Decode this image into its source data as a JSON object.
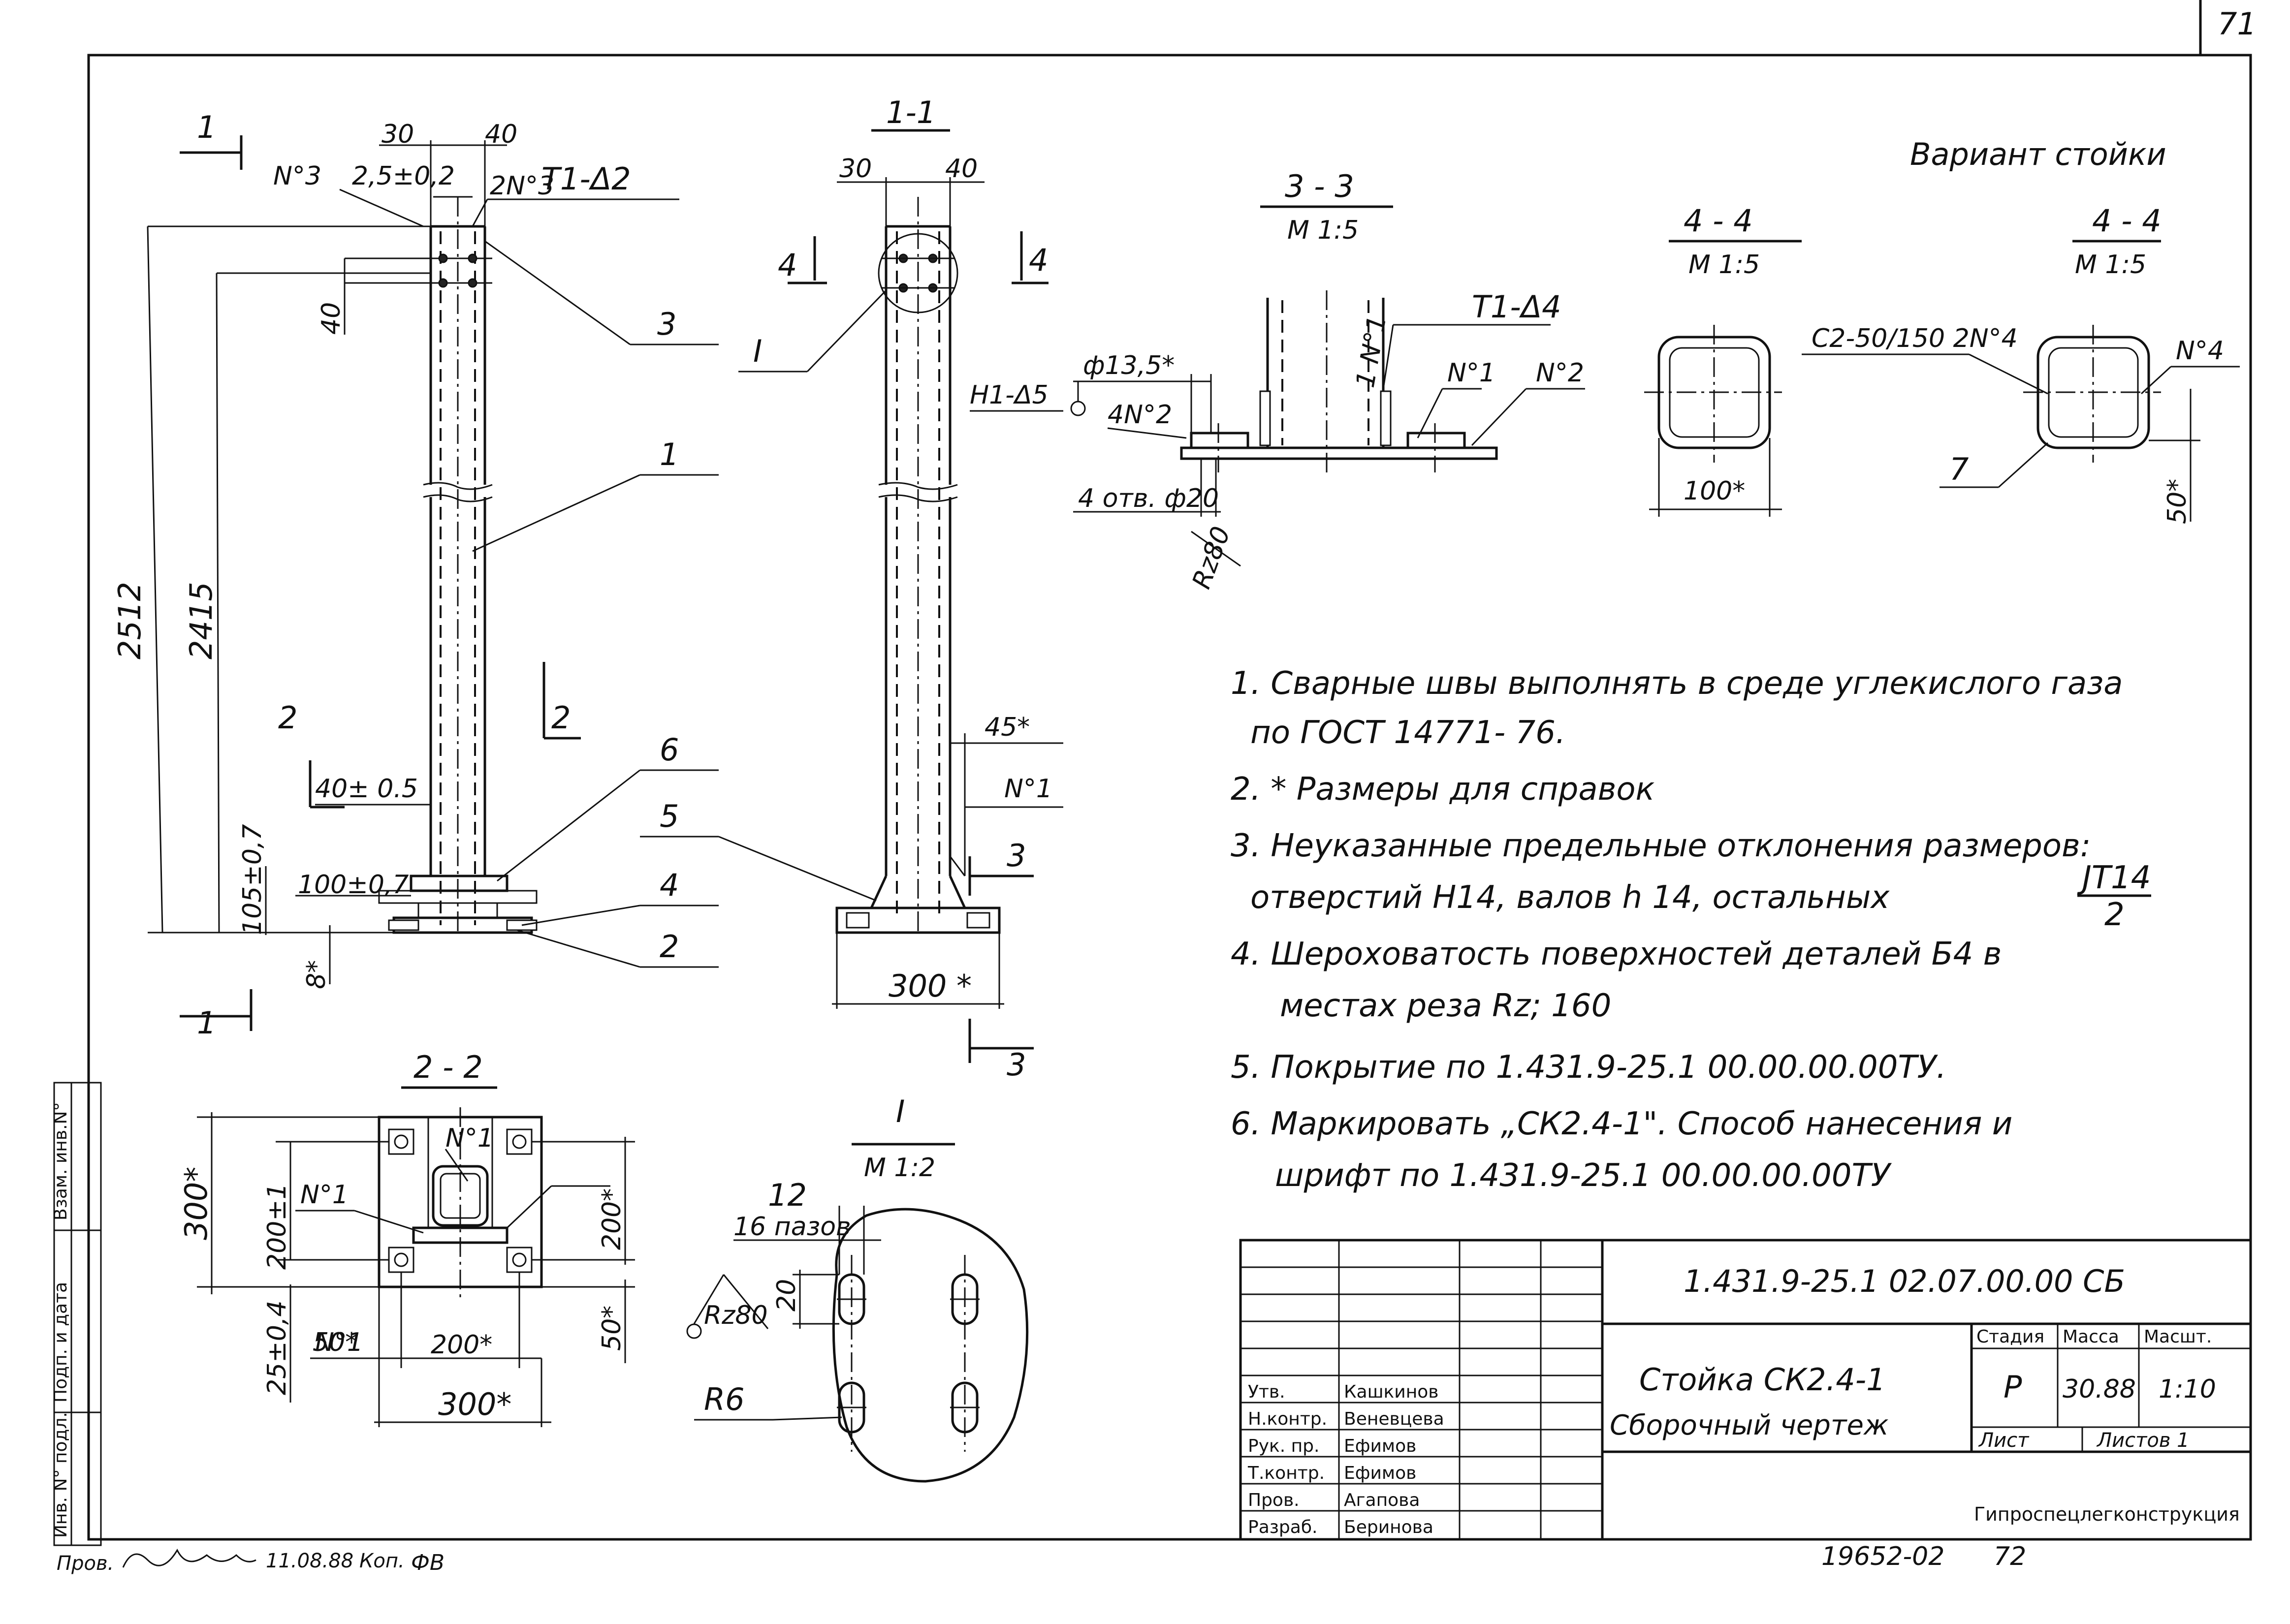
{
  "sheet_number": "71",
  "variant_title": "Вариант стойки",
  "main_view": {
    "section_cut": "1",
    "dims": {
      "top_left": "30",
      "top_right": "40",
      "weld_tol": "2,5±0,2",
      "n3_left": "N°3",
      "n3_right": "2N°3",
      "weld_top": "Т1-Δ2",
      "hole_pitch": "40",
      "total_height": "2512",
      "height_2415": "2415",
      "dim_40_05": "40± 0.5",
      "dim_100_07": "100±0,7",
      "dim_105_07": "105±0,7",
      "dim_8": "8*"
    },
    "leaders": [
      "3",
      "1",
      "6",
      "5",
      "4",
      "2"
    ],
    "cut_2": "2"
  },
  "section_1_1": {
    "title": "1-1",
    "dim_30": "30",
    "dim_40": "40",
    "cut_4": "4",
    "detail_ref": "I",
    "dim_45": "45*",
    "n1": "N°1",
    "cut_3": "3",
    "base_width": "300 *"
  },
  "section_3_3": {
    "title": "3 - 3",
    "scale": "М 1:5",
    "weld_top": "Т1-Δ4",
    "n1v": "1 N°1",
    "n1": "N°1",
    "n2": "N°2",
    "hole_d": "ф13,5*",
    "weld_h": "Н1-Δ5",
    "n2_4": "4N°2",
    "holes": "4 отв. ф20",
    "rz": "Rz80"
  },
  "section_4_4_a": {
    "title": "4 - 4",
    "scale": "М 1:5",
    "width": "100*"
  },
  "section_4_4_b": {
    "title": "4 - 4",
    "scale": "М 1:5",
    "weld": "С2-50/150 2N°4",
    "n4": "N°4",
    "leader": "7",
    "dim": "50*"
  },
  "section_2_2": {
    "title": "2 - 2",
    "n1a": "N°1",
    "n1b": "N°1",
    "n1c": "N°1",
    "dim_300v": "300*",
    "dim_200v": "200±1",
    "dim_200r": "200*",
    "dim_50r": "50*",
    "dim_25": "25±0,4",
    "dim_50b": "50*",
    "dim_200b": "200*",
    "dim_300b": "300*"
  },
  "detail_I": {
    "title": "I",
    "scale": "М 1:2",
    "dim_12": "12",
    "slots": "16 пазов",
    "dim_20": "20",
    "rz": "Rz80",
    "r6": "R6"
  },
  "notes": [
    "1. Сварные швы выполнять в среде углекислого газа",
    "по ГОСТ 14771- 76.",
    "2. * Размеры для справок",
    "3. Неуказанные предельные отклонения размеров:",
    "отверстий Н14, валов h 14, остальных",
    "4. Шероховатость поверхностей деталей Б4 в",
    "местах реза Rz; 160",
    "5. Покрытие по 1.431.9-25.1 00.00.00.00ТУ.",
    "6. Маркировать „СК2.4-1\". Способ нанесения и",
    "шрифт по 1.431.9-25.1 00.00.00.00ТУ"
  ],
  "tolerance_fraction": {
    "num": "JT14",
    "den": "2"
  },
  "title_block": {
    "doc_code": "1.431.9-25.1   02.07.00.00 СБ",
    "title_line1": "Стойка СК2.4-1",
    "title_line2": "Сборочный чертеж",
    "stage_label": "Стадия",
    "mass_label": "Масса",
    "scale_label": "Масшт.",
    "stage": "Р",
    "mass": "30.88",
    "scale": "1:10",
    "sheet_label": "Лист",
    "sheets_label": "Листов 1",
    "org": "Гипроспецлегконструкция",
    "roles": [
      "Утв.",
      "Н.контр.",
      "Рук. пр.",
      "Т.контр.",
      "Пров.",
      "Разраб."
    ],
    "names": [
      "Кашкинов",
      "Веневцева",
      "Ефимов",
      "Ефимов",
      "Агапова",
      "Беринова"
    ]
  },
  "side_stamp": [
    "Взам. инв.N°",
    "Подп. и дата",
    "Инв. N° подл."
  ],
  "bottom": {
    "checked": "Пров.",
    "date": "11.08.88",
    "copy": "Коп.",
    "copy_sig": "ФВ",
    "archive": "19652-02",
    "page": "72"
  }
}
